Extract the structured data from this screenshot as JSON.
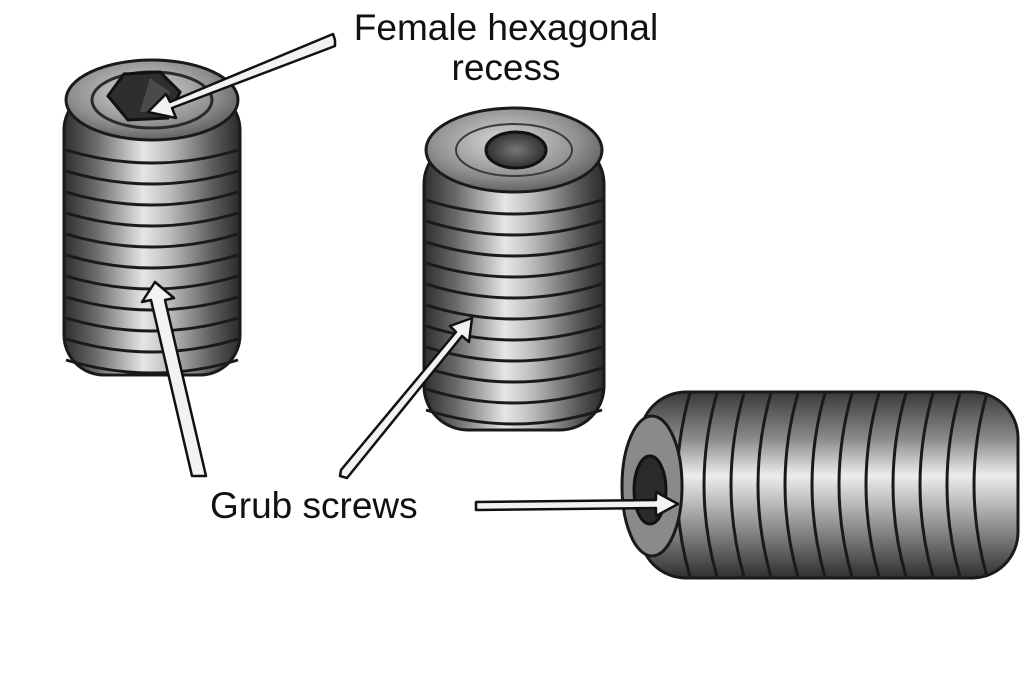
{
  "labels": {
    "female_hex_line1": "Female hexagonal",
    "female_hex_line2": "recess",
    "grub_screws": "Grub screws"
  },
  "colors": {
    "background": "#ffffff",
    "metal_dark": "#3a3a3a",
    "metal_mid": "#8a8a8a",
    "metal_light": "#e8e8e8",
    "outline": "#1a1a1a",
    "arrow_fill": "#f2f2f2"
  },
  "illustration": {
    "objects": [
      "grub-screw-upright-hex-socket",
      "grub-screw-upright-cup-end",
      "grub-screw-horizontal"
    ]
  }
}
